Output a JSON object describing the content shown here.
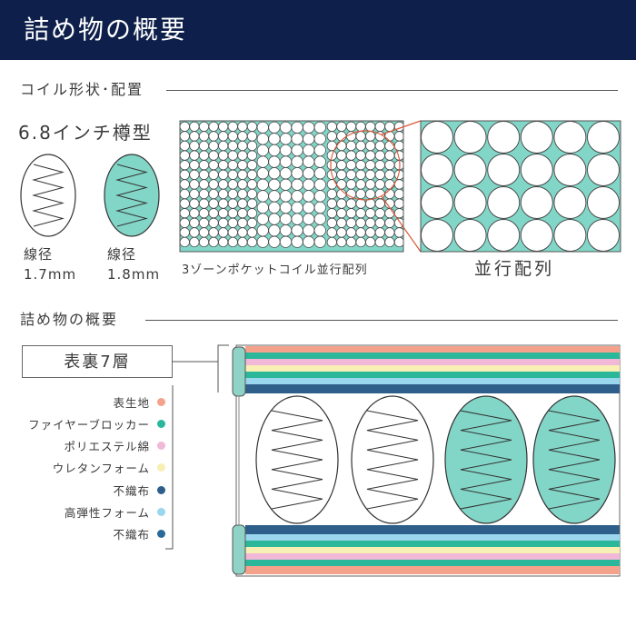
{
  "title": "詰め物の概要",
  "section_coil": "コイル形状･配置",
  "coil_type": "6.8インチ樽型",
  "coils": [
    {
      "label": "線径",
      "value": "1.7mm",
      "fill": "#ffffff"
    },
    {
      "label": "線径",
      "value": "1.8mm",
      "fill": "#82d6c7"
    }
  ],
  "arrangement_caption": "3ゾーンポケットコイル並行配列",
  "parallel_label": "並行配列",
  "section_filling": "詰め物の概要",
  "layers_label": "表裏7層",
  "legend": [
    {
      "label": "表生地",
      "color": "#f4a28c"
    },
    {
      "label": "ファイヤーブロッカー",
      "color": "#2bb89a"
    },
    {
      "label": "ポリエステル綿",
      "color": "#f2b8d8"
    },
    {
      "label": "ウレタンフォーム",
      "color": "#f8efb4"
    },
    {
      "label": "不織布",
      "color": "#2e5f8a"
    },
    {
      "label": "高弾性フォーム",
      "color": "#9ad6ee"
    },
    {
      "label": "不織布",
      "color": "#2a6a98"
    }
  ],
  "colors": {
    "navy": "#0d1f4a",
    "teal": "#82d6c7",
    "callout_line": "#d85a3a",
    "edge_teal": "#8fd3c6"
  }
}
